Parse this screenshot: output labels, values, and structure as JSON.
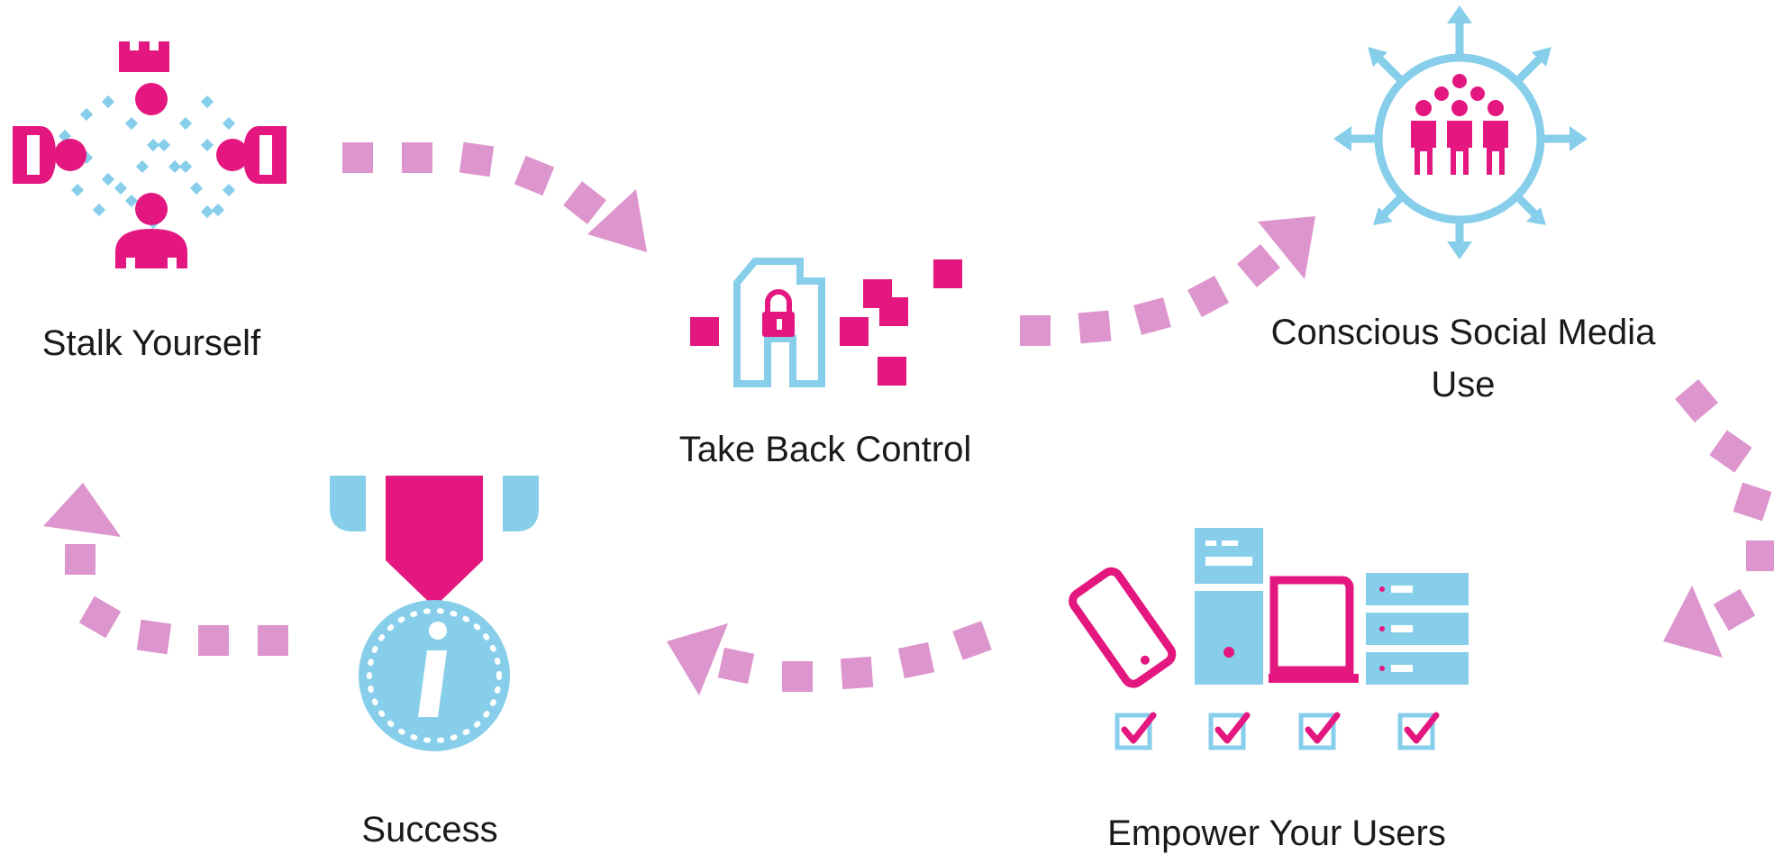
{
  "colors": {
    "pink": "#e3177f",
    "blue": "#87ceeb",
    "arrow": "#dd95cd",
    "text": "#1a1a1a"
  },
  "steps": [
    {
      "label": "Stalk Yourself",
      "icon": "people-grid-icon"
    },
    {
      "label": "Take Back Control",
      "icon": "lock-document-icon"
    },
    {
      "label": "Conscious Social Media Use",
      "icon": "group-network-icon"
    },
    {
      "label": "Empower Your Users",
      "icon": "devices-checklist-icon"
    },
    {
      "label": "Success",
      "icon": "medal-icon"
    }
  ]
}
